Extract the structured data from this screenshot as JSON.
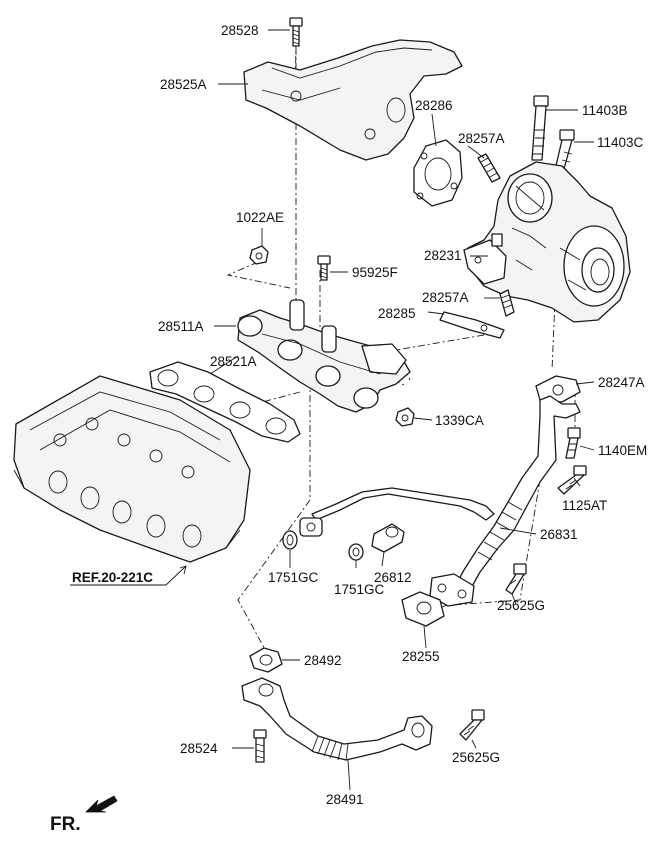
{
  "labels": {
    "p28528": "28528",
    "p28525A": "28525A",
    "p28286": "28286",
    "p11403B": "11403B",
    "p28257A_top": "28257A",
    "p11403C": "11403C",
    "p1022AE": "1022AE",
    "p28231": "28231",
    "p95925F": "95925F",
    "p28257A_mid": "28257A",
    "p28285": "28285",
    "p28511A": "28511A",
    "p28521A": "28521A",
    "p28247A": "28247A",
    "p1339CA": "1339CA",
    "p1140EM": "1140EM",
    "p1125AT": "1125AT",
    "p26831": "26831",
    "p1751GC_left": "1751GC",
    "p26812": "26812",
    "p1751GC_right": "1751GC",
    "p25625G_top": "25625G",
    "p28255": "28255",
    "p28492": "28492",
    "p28524": "28524",
    "p25625G_bottom": "25625G",
    "p28491": "28491"
  },
  "reference": "REF.20-221C",
  "front_marker": "FR."
}
